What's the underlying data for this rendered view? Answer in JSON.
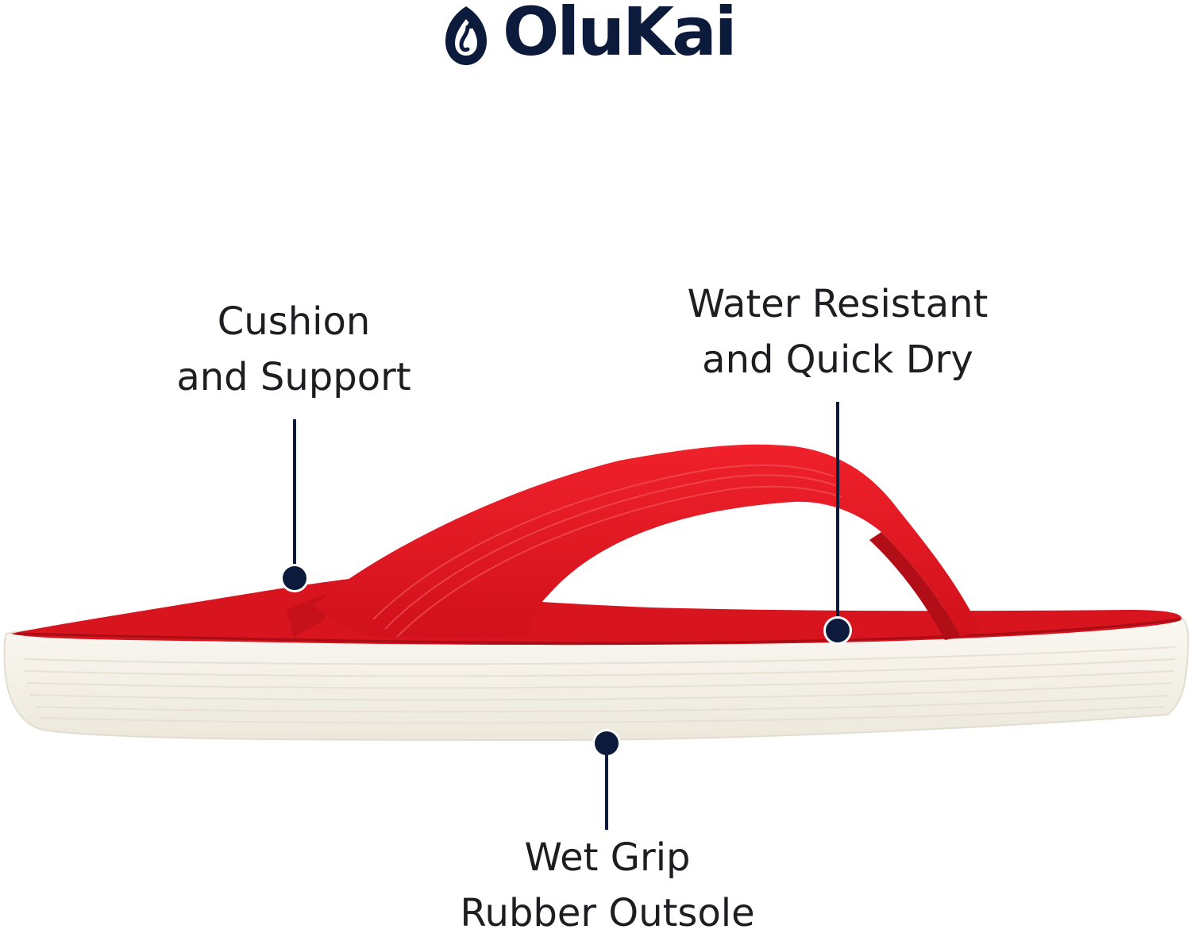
{
  "brand": {
    "name": "OluKai",
    "color": "#0c1a3b"
  },
  "callouts": {
    "cushion": {
      "line1": "Cushion",
      "line2": "and Support"
    },
    "water": {
      "line1": "Water Resistant",
      "line2": "and Quick Dry"
    },
    "grip": {
      "line1": "Wet Grip",
      "line2": "Rubber Outsole"
    }
  },
  "colors": {
    "strap": "#e3141f",
    "footbed": "#d8141e",
    "outsole": "#f4f1e8",
    "leader": "#0c1a3b"
  }
}
